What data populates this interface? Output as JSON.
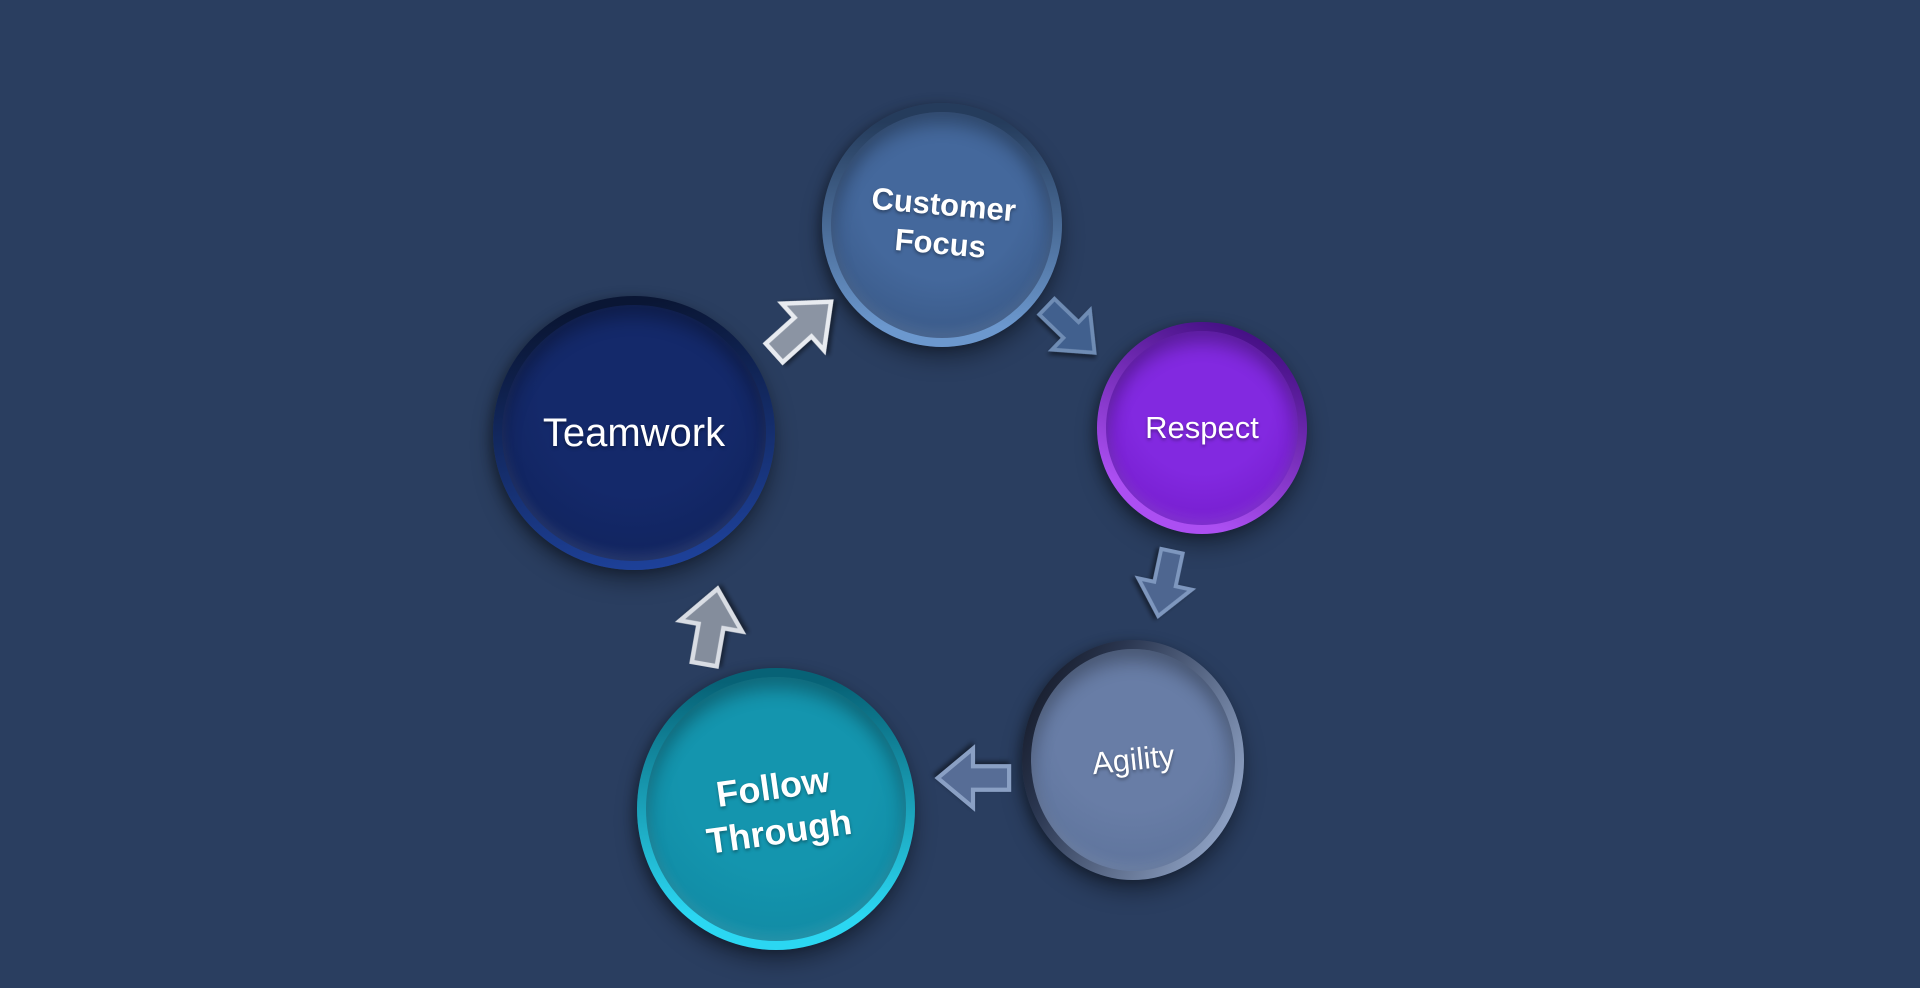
{
  "background_color": "#2A3E60",
  "diagram": {
    "type": "cycle",
    "description": "Five-step circular values cycle diagram with 3D beveled circles connected by block arrows",
    "nodes": [
      {
        "id": "customer-focus",
        "label": "Customer Focus",
        "fill_center": "#44689C",
        "fill_edge": "#35537F",
        "rim_color": "#6C98CE",
        "edge_dark": "#253C5C",
        "text_color": "#FFFFFF"
      },
      {
        "id": "respect",
        "label": "Respect",
        "fill_center": "#8229E0",
        "fill_edge": "#7118C6",
        "rim_color": "#AC4FF2",
        "edge_dark": "#3F0C7E",
        "text_color": "#FFFFFF"
      },
      {
        "id": "agility",
        "label": "Agility",
        "fill_center": "#687DA6",
        "fill_edge": "#5A7098",
        "rim_color": "#A3B8DC",
        "edge_dark": "#2A3650",
        "text_color": "#FFFFFF"
      },
      {
        "id": "follow-through",
        "label": "Follow Through",
        "fill_center": "#1495AE",
        "fill_edge": "#0F86A0",
        "rim_color": "#2BD7F2",
        "edge_dark": "#076276",
        "text_color": "#FFFFFF"
      },
      {
        "id": "teamwork",
        "label": "Teamwork",
        "fill_center": "#14296A",
        "fill_edge": "#0F2158",
        "rim_color": "#1E429C",
        "edge_dark": "#0A1634",
        "text_color": "#FFFFFF"
      }
    ],
    "arrows": [
      {
        "from": "teamwork",
        "to": "customer-focus",
        "direction": "up-right",
        "body_color": "#8B94A3",
        "bevel_color": "#E8EBF0"
      },
      {
        "from": "customer-focus",
        "to": "respect",
        "direction": "down-right",
        "body_color": "#41608E",
        "bevel_color": "#6F8CB4"
      },
      {
        "from": "respect",
        "to": "agility",
        "direction": "down",
        "body_color": "#4E6690",
        "bevel_color": "#7E97BE"
      },
      {
        "from": "agility",
        "to": "follow-through",
        "direction": "left",
        "body_color": "#576D96",
        "bevel_color": "#8AA0C4"
      },
      {
        "from": "follow-through",
        "to": "teamwork",
        "direction": "up",
        "body_color": "#848D9C",
        "bevel_color": "#D9DDE4"
      }
    ]
  }
}
